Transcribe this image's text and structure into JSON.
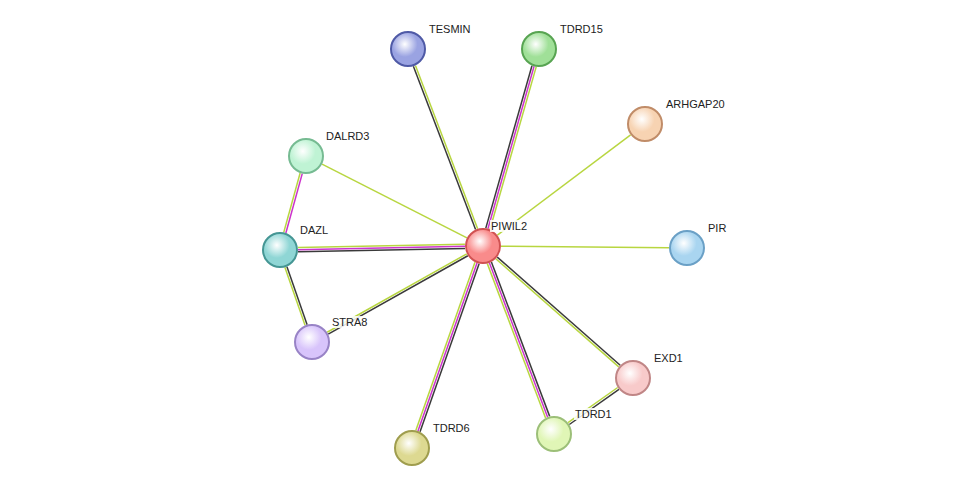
{
  "diagram": {
    "nodes": [
      {
        "text": [
          "TESMIN"
        ]
      },
      {
        "text": [
          "TDRD15"
        ]
      },
      {
        "text": [
          "ARHGAP20"
        ]
      },
      {
        "text": [
          "DALRD3"
        ]
      },
      {
        "text": [
          "DAZL"
        ]
      },
      {
        "text": [
          "PIWIL2"
        ]
      },
      {
        "text": [
          "PIR"
        ]
      },
      {
        "text": [
          "STRA8"
        ]
      },
      {
        "text": [
          "EXD1"
        ]
      },
      {
        "text": [
          "TDRD1"
        ]
      },
      {
        "text": [
          "TDRD6"
        ]
      }
    ],
    "edges": [
      {
        "from": 5,
        "to": 0,
        "arrow": "none"
      },
      {
        "from": 5,
        "to": 1,
        "arrow": "none"
      },
      {
        "from": 5,
        "to": 2,
        "arrow": "none"
      },
      {
        "from": 5,
        "to": 3,
        "arrow": "none"
      },
      {
        "from": 5,
        "to": 4,
        "arrow": "none"
      },
      {
        "from": 5,
        "to": 6,
        "arrow": "none"
      },
      {
        "from": 5,
        "to": 7,
        "arrow": "none"
      },
      {
        "from": 5,
        "to": 8,
        "arrow": "none"
      },
      {
        "from": 5,
        "to": 9,
        "arrow": "none"
      },
      {
        "from": 5,
        "to": 10,
        "arrow": "none"
      },
      {
        "from": 3,
        "to": 4,
        "arrow": "none"
      },
      {
        "from": 4,
        "to": 7,
        "arrow": "none"
      },
      {
        "from": 8,
        "to": 9,
        "arrow": "none"
      }
    ]
  }
}
